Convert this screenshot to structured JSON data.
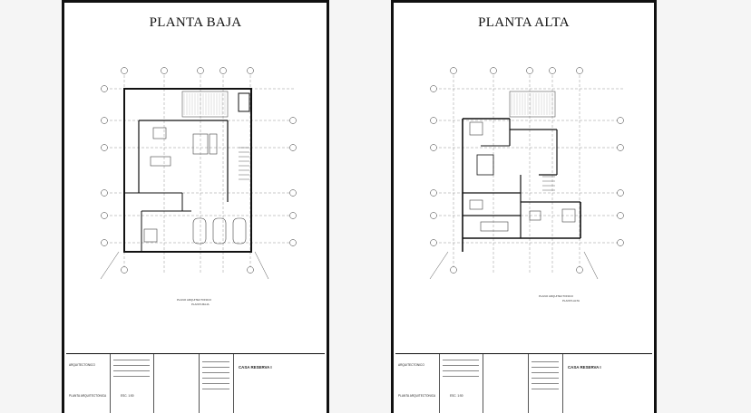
{
  "sheets": [
    {
      "title": "PLANTA BAJA",
      "plan_caption": "PLANO ARQUITECTONICO",
      "plan_subcaption": "PLANTA BAJA",
      "titleblock": {
        "firm_label": "ARQUITECTONICO",
        "sheet_label": "PLANTA ARQUITECTONICA",
        "scale": "ESC. 1:50",
        "project": "CASA RESERVA I"
      }
    },
    {
      "title": "PLANTA ALTA",
      "plan_caption": "PLANO ARQUITECTONICO",
      "plan_subcaption": "PLANTA ALTA",
      "titleblock": {
        "firm_label": "ARQUITECTONICO",
        "sheet_label": "PLANTA ARQUITECTONICA",
        "scale": "ESC. 1:50",
        "project": "CASA RESERVA I"
      }
    }
  ]
}
